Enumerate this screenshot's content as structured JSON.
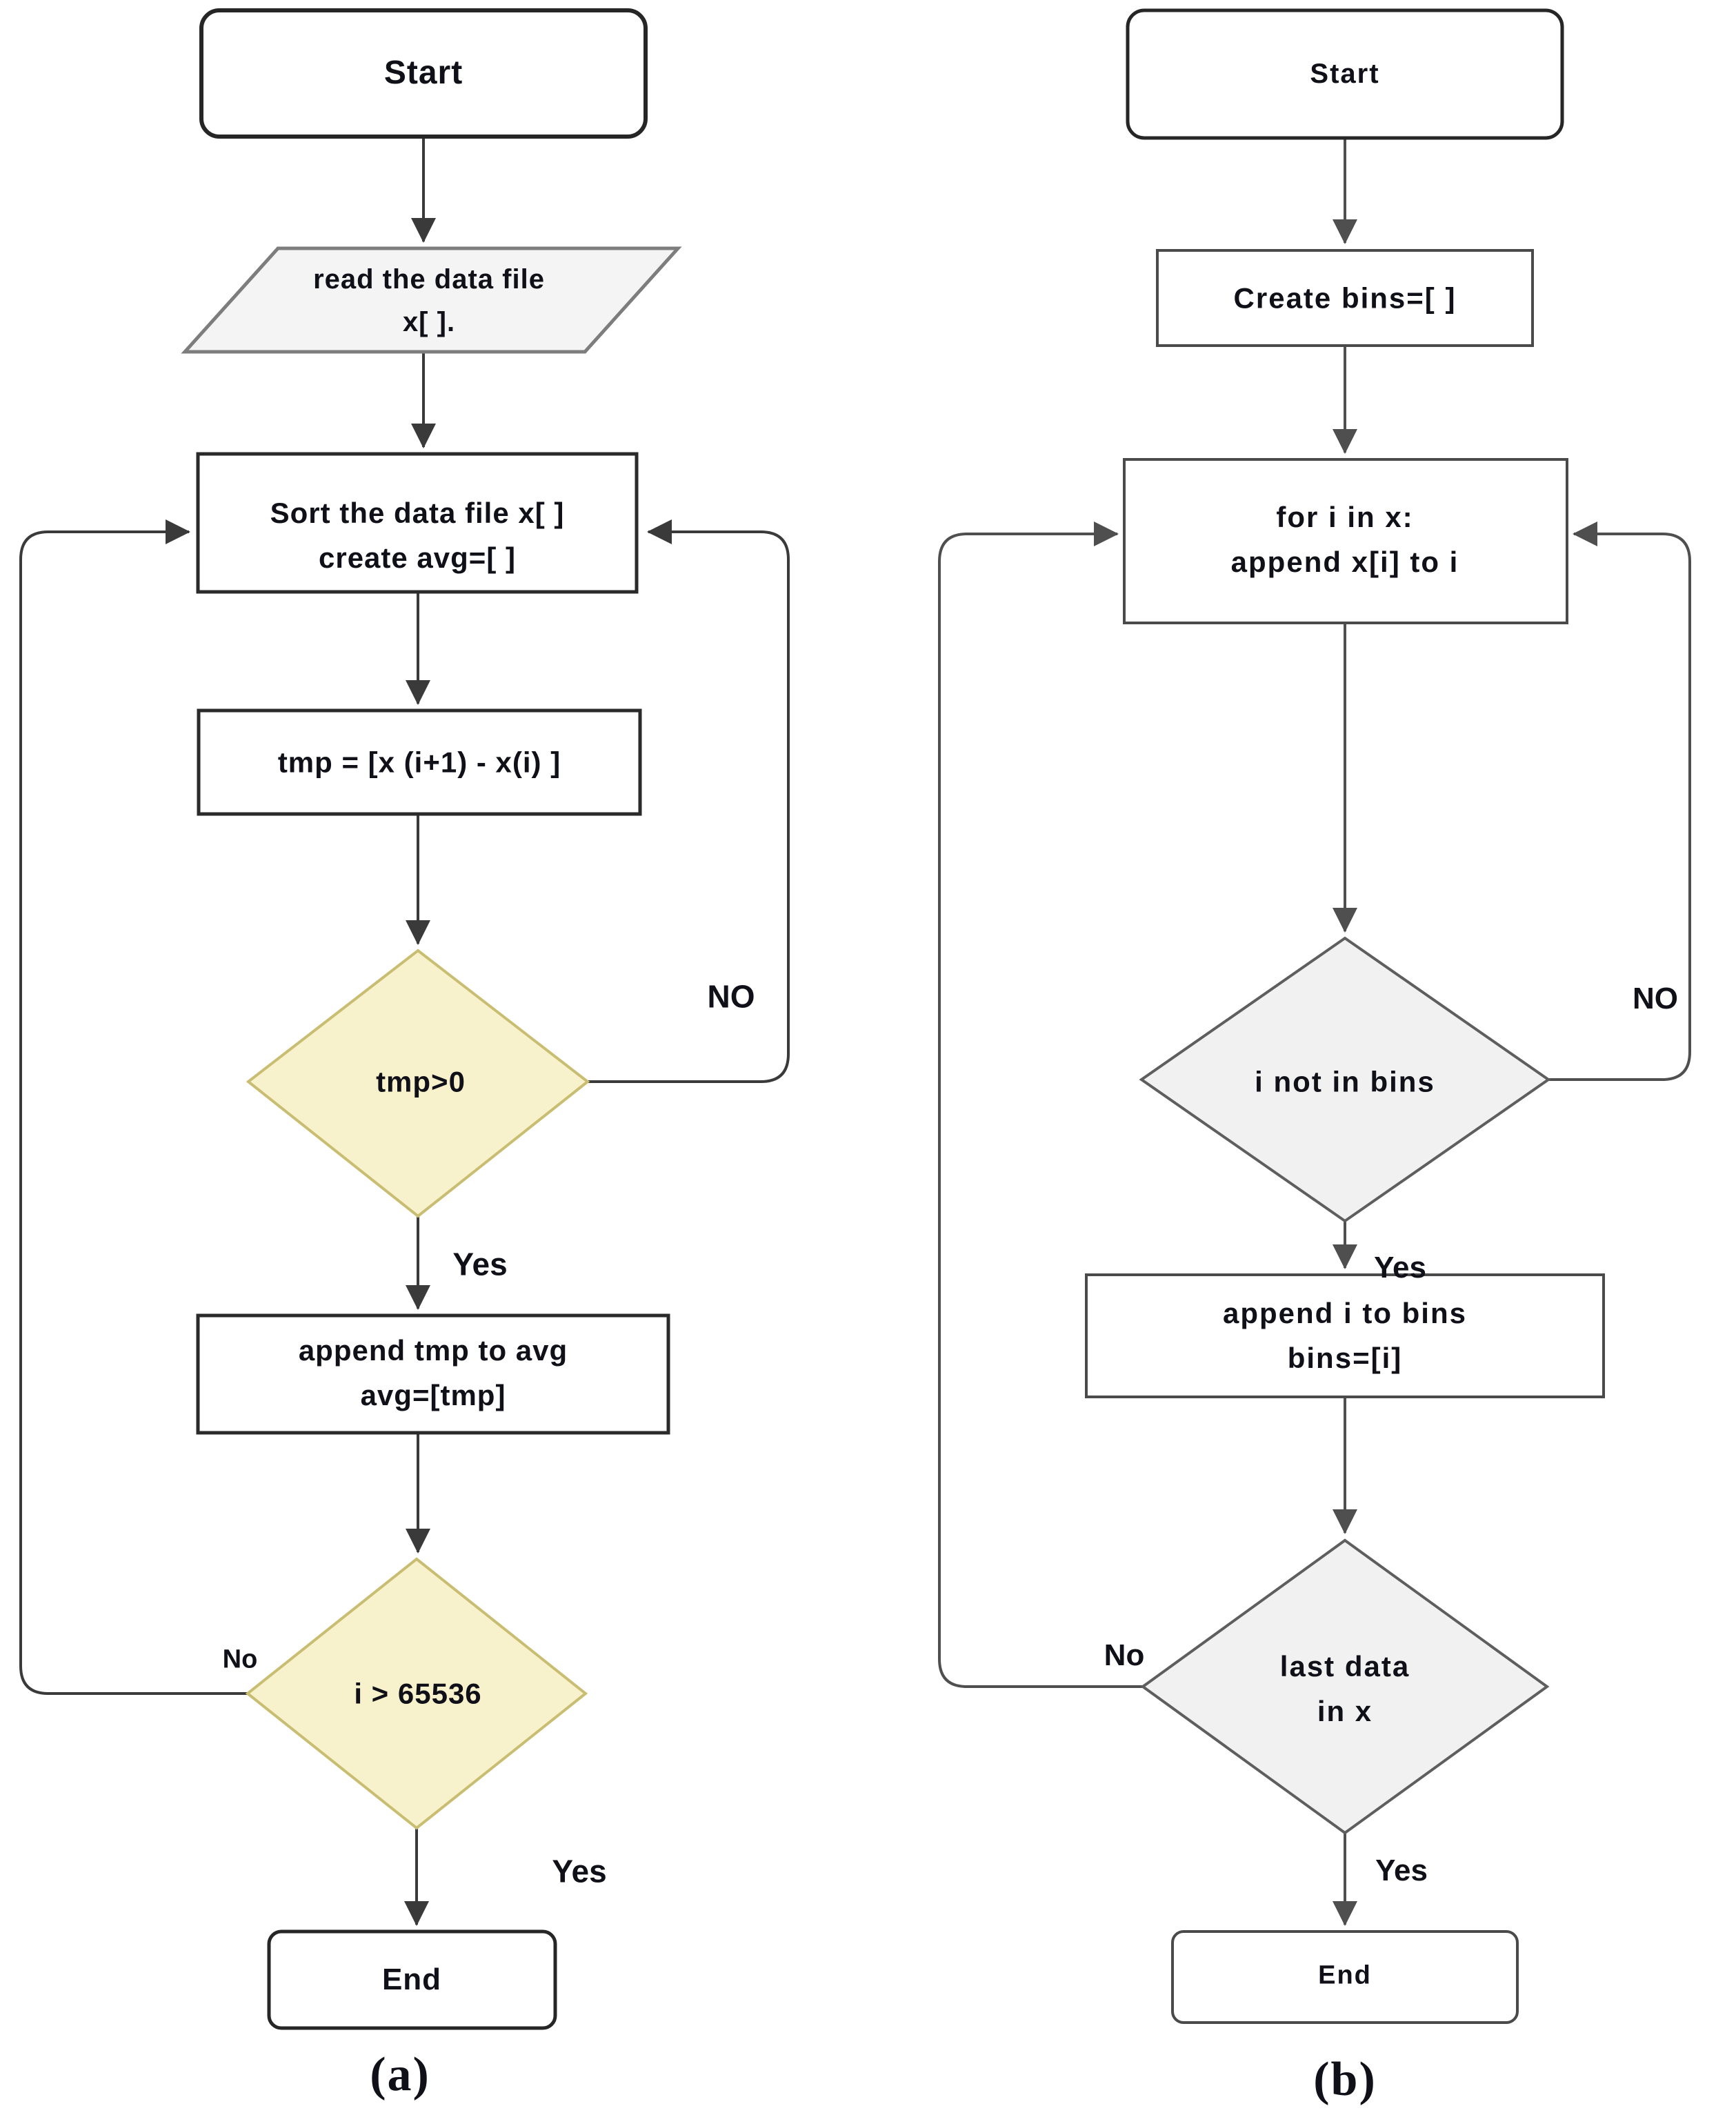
{
  "figure": {
    "caption_a": "(a)",
    "caption_b": "(b)"
  },
  "flow_a": {
    "nodes": {
      "start": "Start",
      "read_file": "read the data file\nx[ ].",
      "sort": "Sort the data file x[ ]\ncreate avg=[ ]",
      "tmp": "tmp = [x (i+1) - x(i) ]",
      "decision_tmp": "tmp>0",
      "append_avg": "append tmp to avg\navg=[tmp]",
      "decision_i": "i > 65536",
      "end": "End"
    },
    "labels": {
      "no_upper": "NO",
      "yes_1": "Yes",
      "no_lower": "No",
      "yes_2": "Yes"
    }
  },
  "flow_b": {
    "nodes": {
      "start": "Start",
      "create_bins": "Create bins=[ ]",
      "for_loop": "for i in x:\nappend x[i] to i",
      "decision_bins": "i not in bins",
      "append_bins": "append i to bins\nbins=[i]",
      "decision_last": "last data\nin x",
      "end": "End"
    },
    "labels": {
      "no_upper": "NO",
      "yes_1": "Yes",
      "no_lower": "No",
      "yes_2": "Yes"
    }
  },
  "colors": {
    "background": "#ffffff",
    "text": "#101018",
    "line-a": "#3a3a3a",
    "line-b": "#4f4f4f",
    "box-stroke-a": "#2a2a2a",
    "box-stroke-b": "#4a4a4a",
    "start-stroke": "#262626",
    "io-fill": "#f4f4f4",
    "io-stroke": "#7d7d7d",
    "decision-fill-a": "#f7f1cc",
    "decision-stroke-a": "#c9bd72",
    "decision-fill-b": "#f1f1f1",
    "decision-stroke-b": "#5e5e5e"
  }
}
